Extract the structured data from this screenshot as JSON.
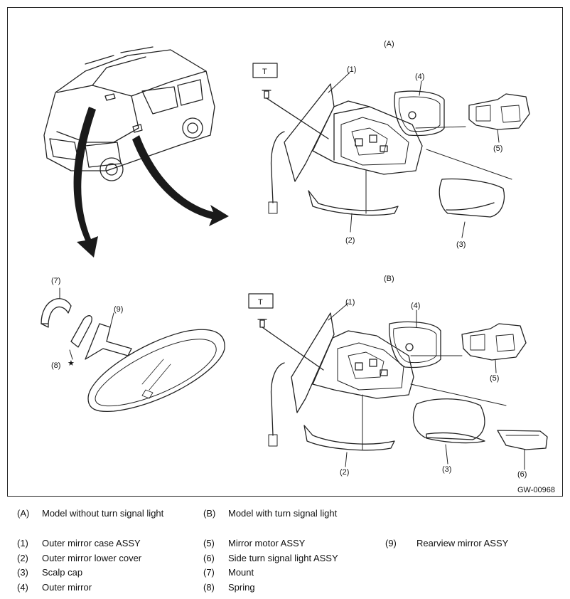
{
  "figure_id": "GW-00968",
  "variant_a_marker": "(A)",
  "variant_b_marker": "(B)",
  "torque_symbol": "T",
  "star_symbol": "★",
  "callouts": {
    "a": [
      "(1)",
      "(2)",
      "(3)",
      "(4)",
      "(5)"
    ],
    "b": [
      "(1)",
      "(2)",
      "(3)",
      "(4)",
      "(5)",
      "(6)"
    ],
    "rear": [
      "(7)",
      "(8)",
      "(9)"
    ]
  },
  "variants": [
    {
      "code": "(A)",
      "text": "Model without turn signal light"
    },
    {
      "code": "(B)",
      "text": "Model with turn signal light"
    }
  ],
  "parts_col1": [
    {
      "code": "(1)",
      "text": "Outer mirror case ASSY"
    },
    {
      "code": "(2)",
      "text": "Outer mirror lower cover"
    },
    {
      "code": "(3)",
      "text": "Scalp cap"
    },
    {
      "code": "(4)",
      "text": "Outer mirror"
    }
  ],
  "parts_col2": [
    {
      "code": "(5)",
      "text": "Mirror motor ASSY"
    },
    {
      "code": "(6)",
      "text": "Side turn signal light ASSY"
    },
    {
      "code": "(7)",
      "text": "Mount"
    },
    {
      "code": "(8)",
      "text": "Spring"
    }
  ],
  "parts_col3": [
    {
      "code": "(9)",
      "text": "Rearview mirror ASSY"
    }
  ]
}
